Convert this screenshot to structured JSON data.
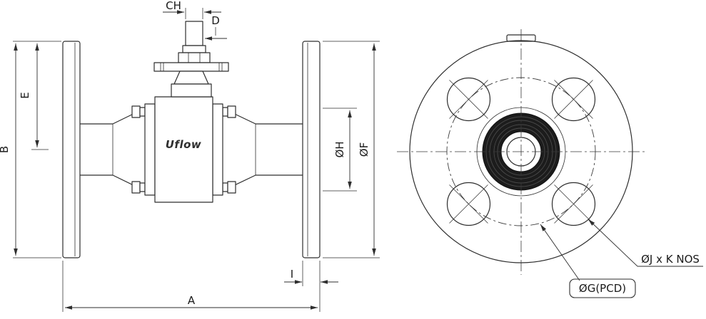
{
  "page": {
    "background": "#ffffff",
    "line_color": "#2e2e2e"
  },
  "side_view": {
    "brand": "Uflow",
    "dimensions": {
      "ch": "CH",
      "d": "D",
      "e": "E",
      "b": "B",
      "oh": "ØH",
      "of": "ØF",
      "i": "I",
      "a": "A"
    }
  },
  "front_view": {
    "labels": {
      "bolt_spec": "ØJ x K NOS",
      "pcd": "ØG(PCD)"
    }
  }
}
